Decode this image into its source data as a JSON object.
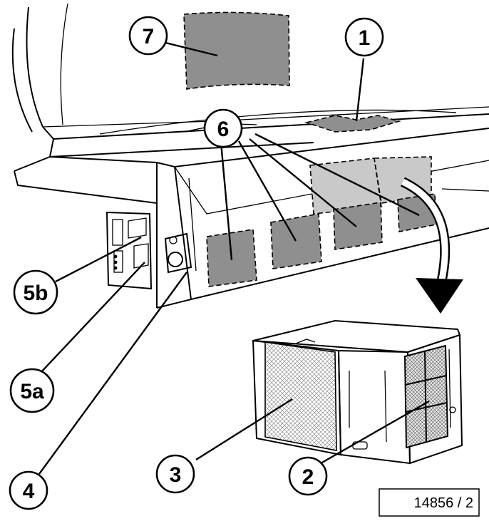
{
  "figure_ref": "14856 / 2",
  "callouts": [
    {
      "id": "7",
      "label": "7"
    },
    {
      "id": "1",
      "label": "1"
    },
    {
      "id": "6",
      "label": "6"
    },
    {
      "id": "5b",
      "label": "5b"
    },
    {
      "id": "5a",
      "label": "5a"
    },
    {
      "id": "4",
      "label": "4"
    },
    {
      "id": "3",
      "label": "3"
    },
    {
      "id": "2",
      "label": "2"
    }
  ],
  "colors": {
    "zone_fill": "#8f8f8f",
    "zone_light_fill": "#c9c9c9",
    "line": "#000000",
    "background": "#ffffff"
  }
}
